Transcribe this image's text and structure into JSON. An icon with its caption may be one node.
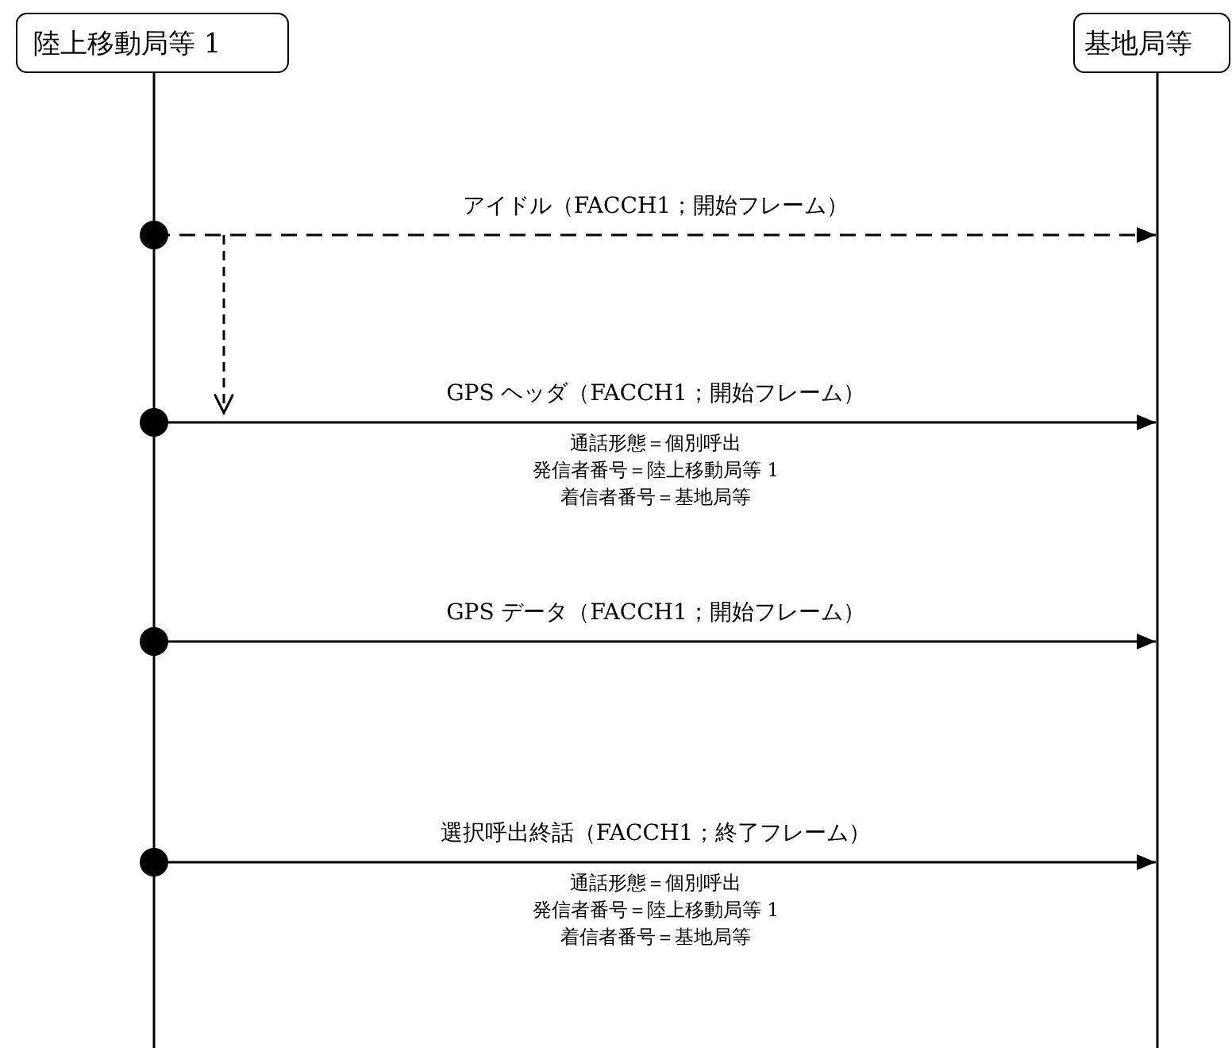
{
  "diagram": {
    "nodes": [
      {
        "text": [
          "陸上移動局等 1"
        ]
      },
      {
        "text": [
          "基地局等"
        ]
      }
    ],
    "edges": [
      {
        "from": 0,
        "to": 1,
        "arrow": "to",
        "label": "アイドル（FACCH1；開始フレーム）",
        "style": "dashed"
      },
      {
        "from": 0,
        "to": 1,
        "arrow": "to",
        "label": "GPS ヘッダ（FACCH1；開始フレーム）"
      },
      {
        "from": 0,
        "to": 1,
        "arrow": "to",
        "label": "GPS データ（FACCH1；開始フレーム）"
      },
      {
        "from": 0,
        "to": 1,
        "arrow": "to",
        "label": "選択呼出終話（FACCH1；終了フレーム）"
      }
    ],
    "labels": [
      "通話形態＝個別呼出",
      "発信者番号＝陸上移動局等 1",
      "着信者番号＝基地局等",
      "通話形態＝個別呼出",
      "発信者番号＝陸上移動局等 1",
      "着信者番号＝基地局等"
    ]
  }
}
